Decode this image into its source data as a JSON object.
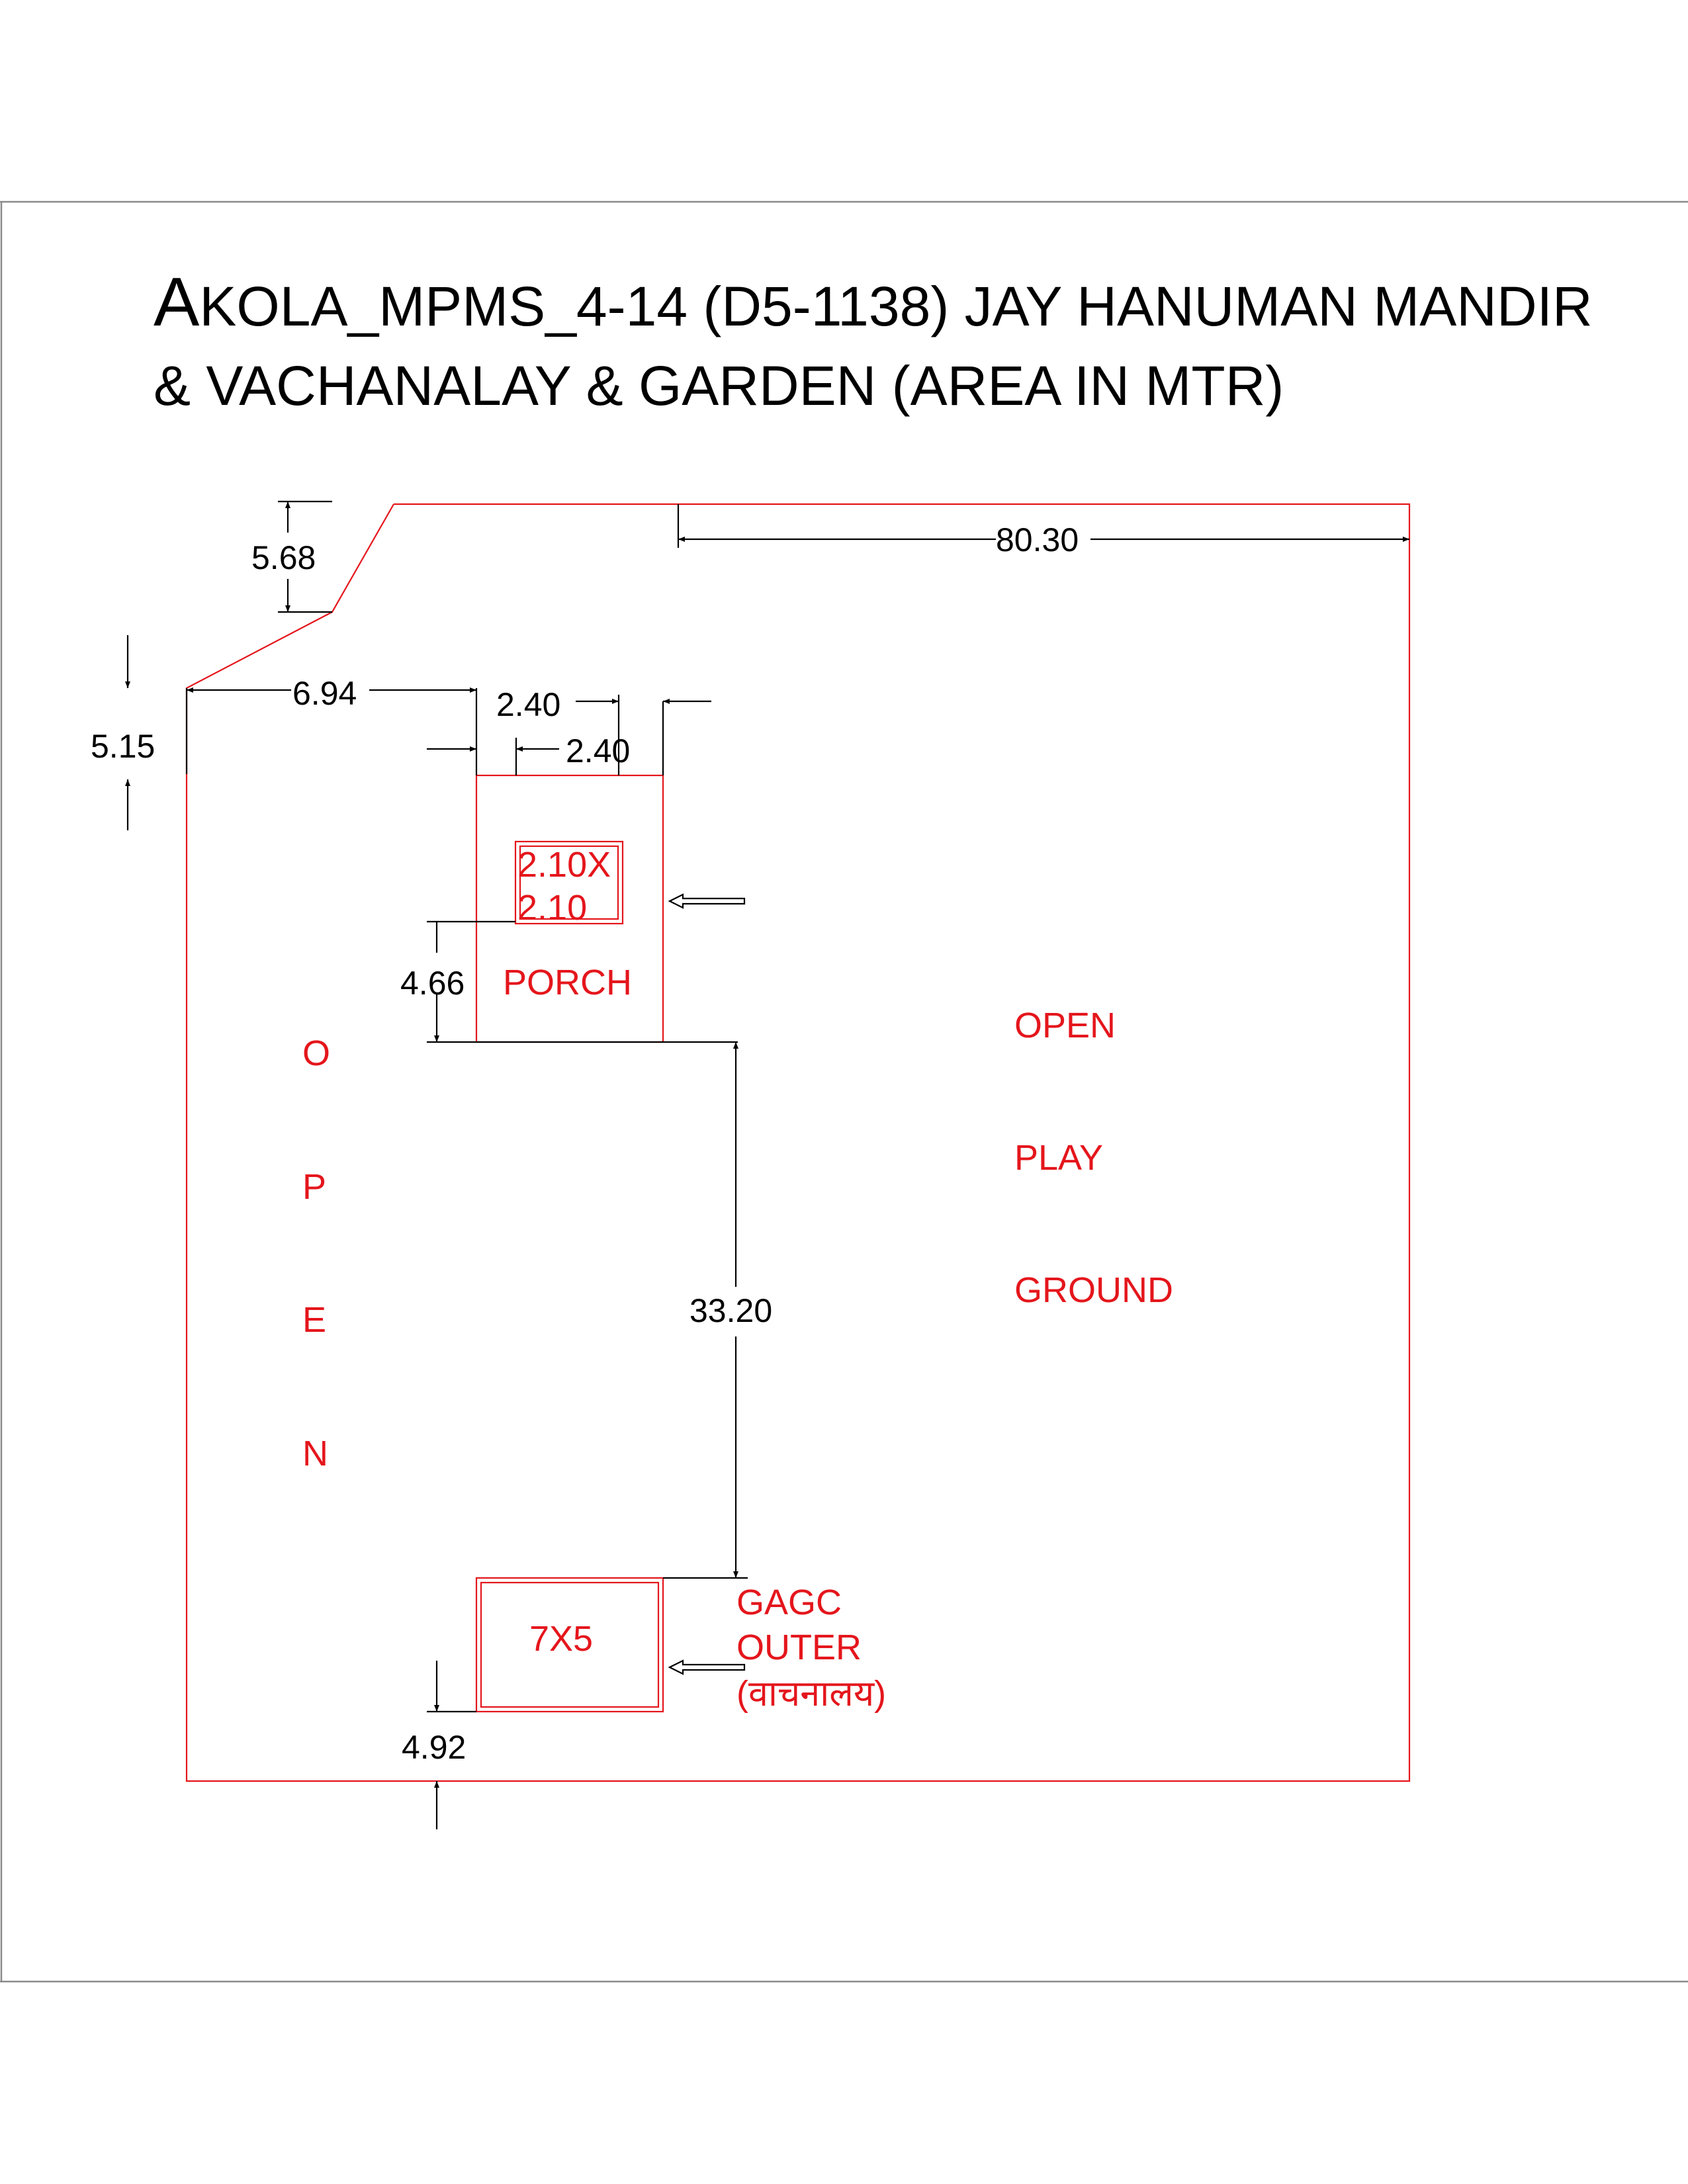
{
  "title": {
    "line1_cap": "A",
    "line1_rest": "KOLA_MPMS_4-14 (D5-1138) JAY HANUMAN MANDIR",
    "line2": "& VACHANALAY & GARDEN (AREA IN MTR)"
  },
  "dimensions": {
    "d_80_30": "80.30",
    "d_5_68": "5.68",
    "d_6_94": "6.94",
    "d_5_15": "5.15",
    "d_2_40_a": "2.40",
    "d_2_40_b": "2.40",
    "d_4_66": "4.66",
    "d_33_20": "33.20",
    "d_4_92": "4.92"
  },
  "labels": {
    "room_size_line1": "2.10X",
    "room_size_line2": "2.10",
    "porch": "PORCH",
    "open_v": [
      "O",
      "P",
      "E",
      "N"
    ],
    "play_ground": [
      "OPEN",
      "PLAY",
      "GROUND"
    ],
    "outer_size": "7X5",
    "gagc": [
      "GAGC",
      "OUTER",
      "(वाचनालय)"
    ]
  },
  "colors": {
    "label_red": "#e4161c",
    "line_black": "#000000",
    "frame_grey": "#8a8a8a"
  }
}
